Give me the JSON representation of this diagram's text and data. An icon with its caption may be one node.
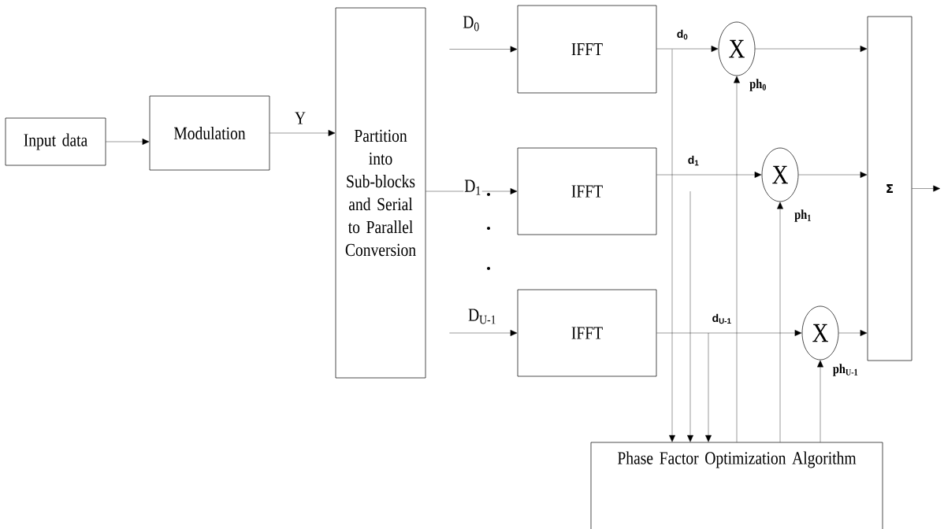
{
  "diagram": {
    "nodes": [
      {
        "text": [
          "Input data"
        ]
      },
      {
        "text": [
          "Modulation"
        ]
      },
      {
        "text": [
          "Partition into Sub-blocks and Serial to Parallel Conversion"
        ]
      },
      {
        "text": [
          "IFFT"
        ]
      },
      {
        "text": [
          "IFFT"
        ]
      },
      {
        "text": [
          "IFFT"
        ]
      },
      {
        "text": [
          "X"
        ]
      },
      {
        "text": [
          "X"
        ]
      },
      {
        "text": [
          "X"
        ]
      },
      {
        "text": [
          "Σ"
        ]
      },
      {
        "text": [
          "Phase Factor Optimization Algorithm"
        ]
      }
    ],
    "edges": [
      {
        "from": 0,
        "to": 1,
        "arrow": "to"
      },
      {
        "from": 1,
        "to": 2,
        "arrow": "to",
        "label": "Y"
      },
      {
        "from": 2,
        "to": 3,
        "arrow": "to",
        "label": "D$_{0}$"
      },
      {
        "from": 2,
        "to": 4,
        "arrow": "to",
        "label": "D$_{1}$"
      },
      {
        "from": 2,
        "to": 5,
        "arrow": "to",
        "label": "D$_{U-1}$"
      },
      {
        "from": 3,
        "to": 6,
        "arrow": "to",
        "label": "d$_{0}$"
      },
      {
        "from": 4,
        "to": 7,
        "arrow": "to",
        "label": "d$_{1}$"
      },
      {
        "from": 5,
        "to": 8,
        "arrow": "to",
        "label": "d$_{U-1}$"
      },
      {
        "from": 6,
        "to": 9,
        "arrow": "to"
      },
      {
        "from": 7,
        "to": 9,
        "arrow": "to"
      },
      {
        "from": 8,
        "to": 9,
        "arrow": "to"
      },
      {
        "from": 9,
        "to": null,
        "arrow": "to"
      },
      {
        "from": 3,
        "to": 10,
        "arrow": "to"
      },
      {
        "from": 4,
        "to": 10,
        "arrow": "to"
      },
      {
        "from": 5,
        "to": 10,
        "arrow": "to"
      },
      {
        "from": 10,
        "to": 6,
        "arrow": "to",
        "label": "ph$_{0}$"
      },
      {
        "from": 10,
        "to": 7,
        "arrow": "to",
        "label": "ph$_{1}$"
      },
      {
        "from": 10,
        "to": 8,
        "arrow": "to",
        "label": "ph$_{U-1}$"
      }
    ]
  }
}
